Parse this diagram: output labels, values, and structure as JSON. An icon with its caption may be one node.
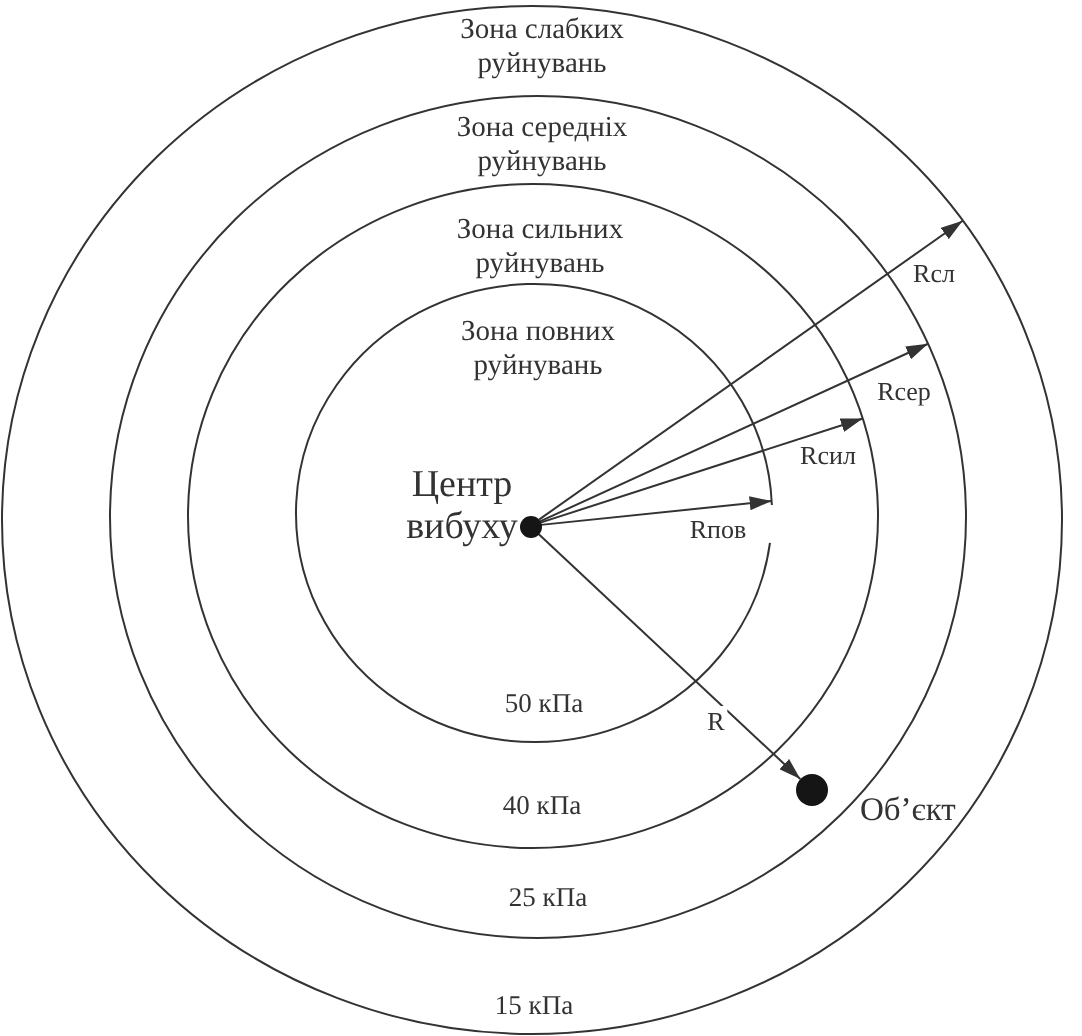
{
  "diagram": {
    "nodes": [
      {
        "text": [
          "Зона слабких руйнувань",
          "15 кПа"
        ]
      },
      {
        "text": [
          "Зона середніх руйнувань",
          "25 кПа"
        ],
        "in": 0
      },
      {
        "text": [
          "Зона сильних руйнувань",
          "40 кПа"
        ],
        "in": 1
      },
      {
        "text": [
          "Зона повних руйнувань",
          "50 кПа"
        ],
        "in": 2
      },
      {
        "text": [],
        "shape": "circle",
        "beside": [
          "Центр вибуху"
        ],
        "in": 3
      },
      {
        "text": [],
        "shape": "circle",
        "beside": [
          "Об’єкт"
        ],
        "in": 1
      }
    ],
    "edges": [
      {
        "from": 4,
        "to": 3,
        "arrow": "to",
        "label": "Rпов"
      },
      {
        "from": 4,
        "to": 2,
        "arrow": "to",
        "label": "Rсил"
      },
      {
        "from": 4,
        "to": 1,
        "arrow": "to",
        "label": "Rсер"
      },
      {
        "from": 4,
        "to": 0,
        "arrow": "to",
        "label": "Rсл"
      },
      {
        "from": 4,
        "to": 5,
        "arrow": "to",
        "label": "R"
      }
    ]
  }
}
